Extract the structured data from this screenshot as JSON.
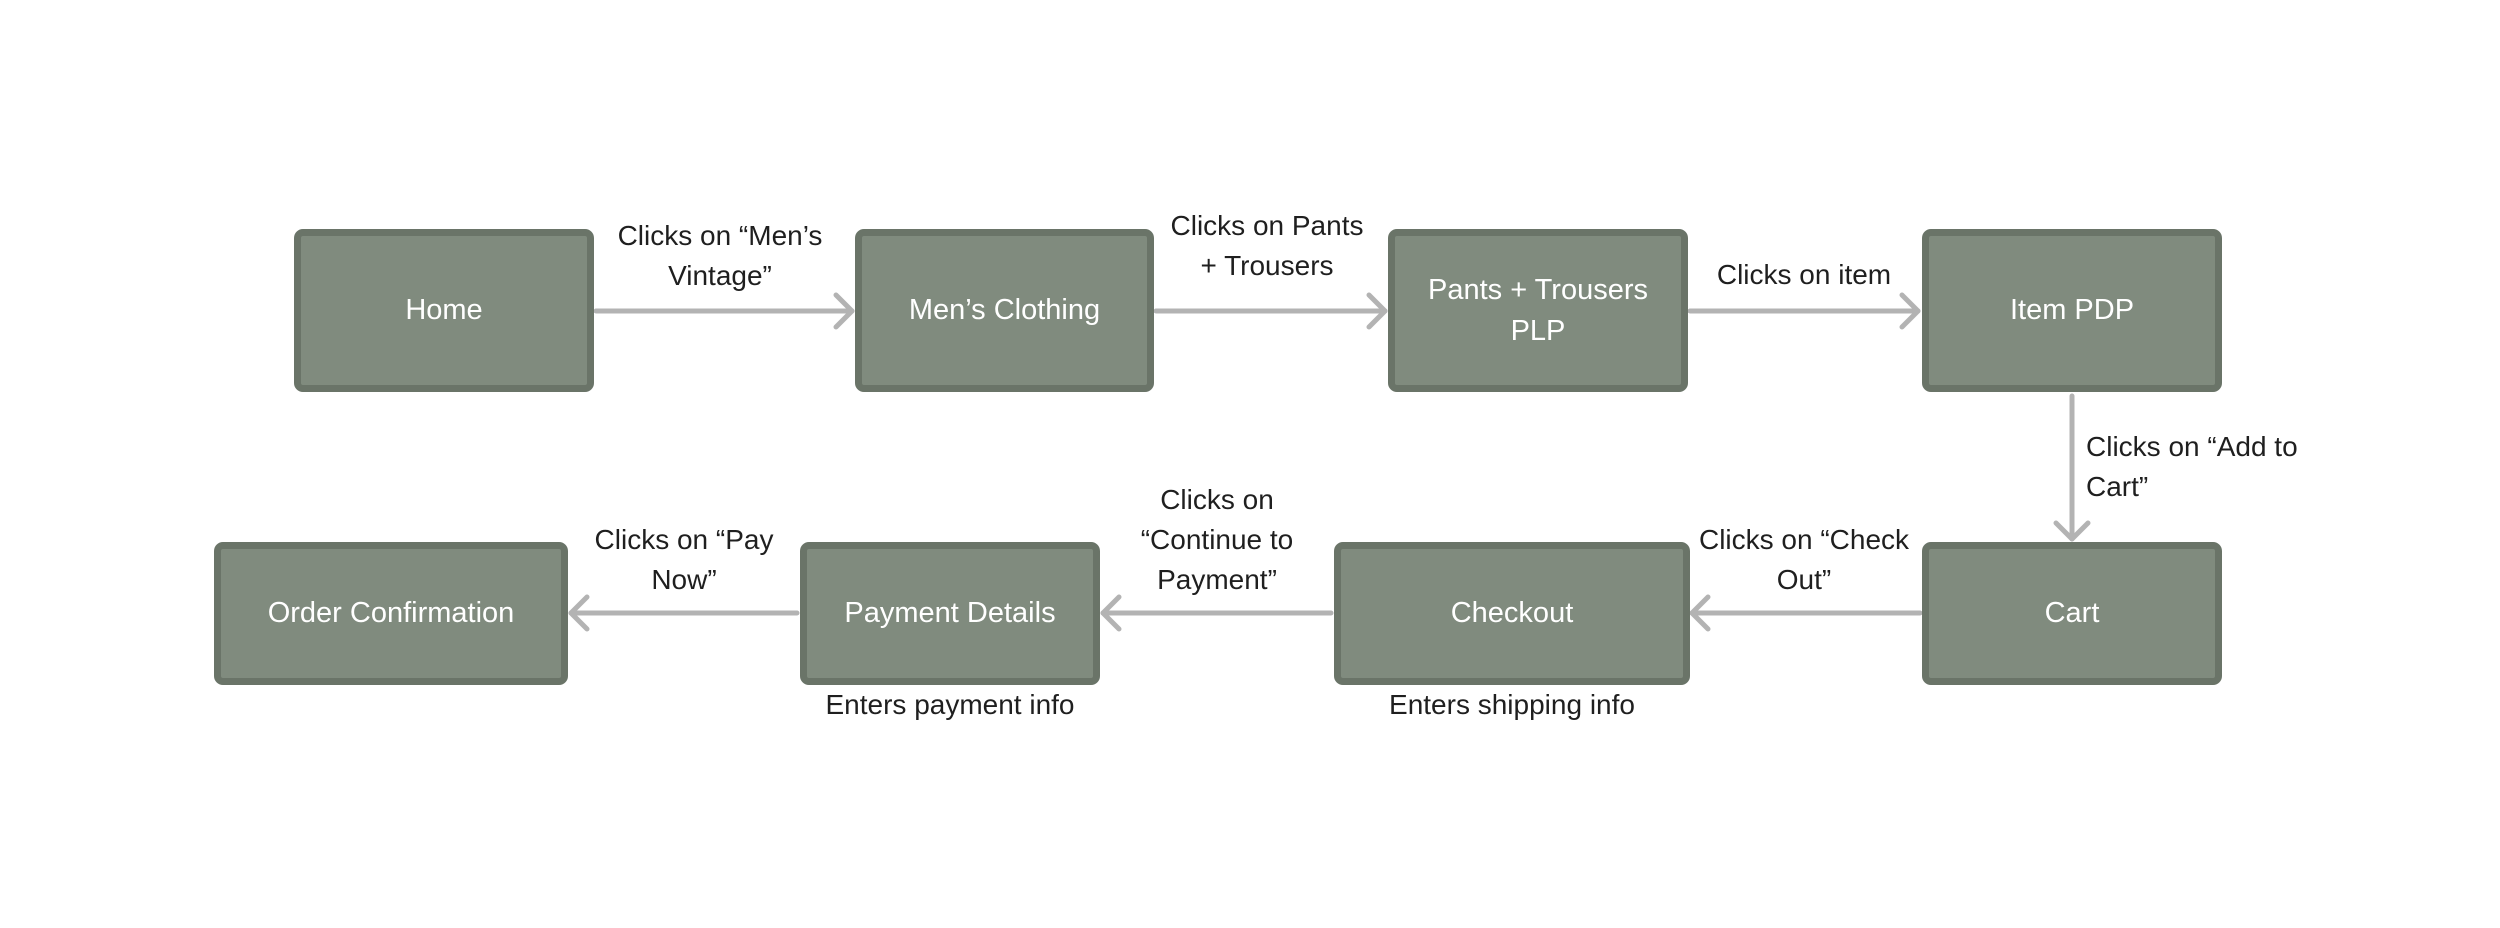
{
  "colors": {
    "node_fill": "#808b7e",
    "node_border": "#6a7468",
    "node_text": "#ffffff",
    "arrow": "#b3b3b3",
    "label_text": "#1f1f1f"
  },
  "nodes": {
    "home": "Home",
    "mens_clothing": "Men’s Clothing",
    "pants_plp": "Pants + Trousers PLP",
    "item_pdp": "Item PDP",
    "cart": "Cart",
    "checkout": "Checkout",
    "payment_details": "Payment Details",
    "order_confirmation": "Order Confirmation"
  },
  "edges": {
    "home_to_mens": [
      "Clicks on “Men’s",
      "Vintage”"
    ],
    "mens_to_pants": [
      "Clicks on Pants",
      "+ Trousers"
    ],
    "pants_to_item": [
      "Clicks on item"
    ],
    "item_to_cart": [
      "Clicks on “Add to",
      "Cart”"
    ],
    "cart_to_checkout": [
      "Clicks on “Check",
      "Out”"
    ],
    "checkout_to_payment": [
      "Clicks on",
      "“Continue to",
      "Payment”"
    ],
    "payment_to_confirmation": [
      "Clicks on “Pay",
      "Now”"
    ]
  },
  "notes": {
    "checkout": "Enters shipping info",
    "payment_details": "Enters payment info"
  }
}
